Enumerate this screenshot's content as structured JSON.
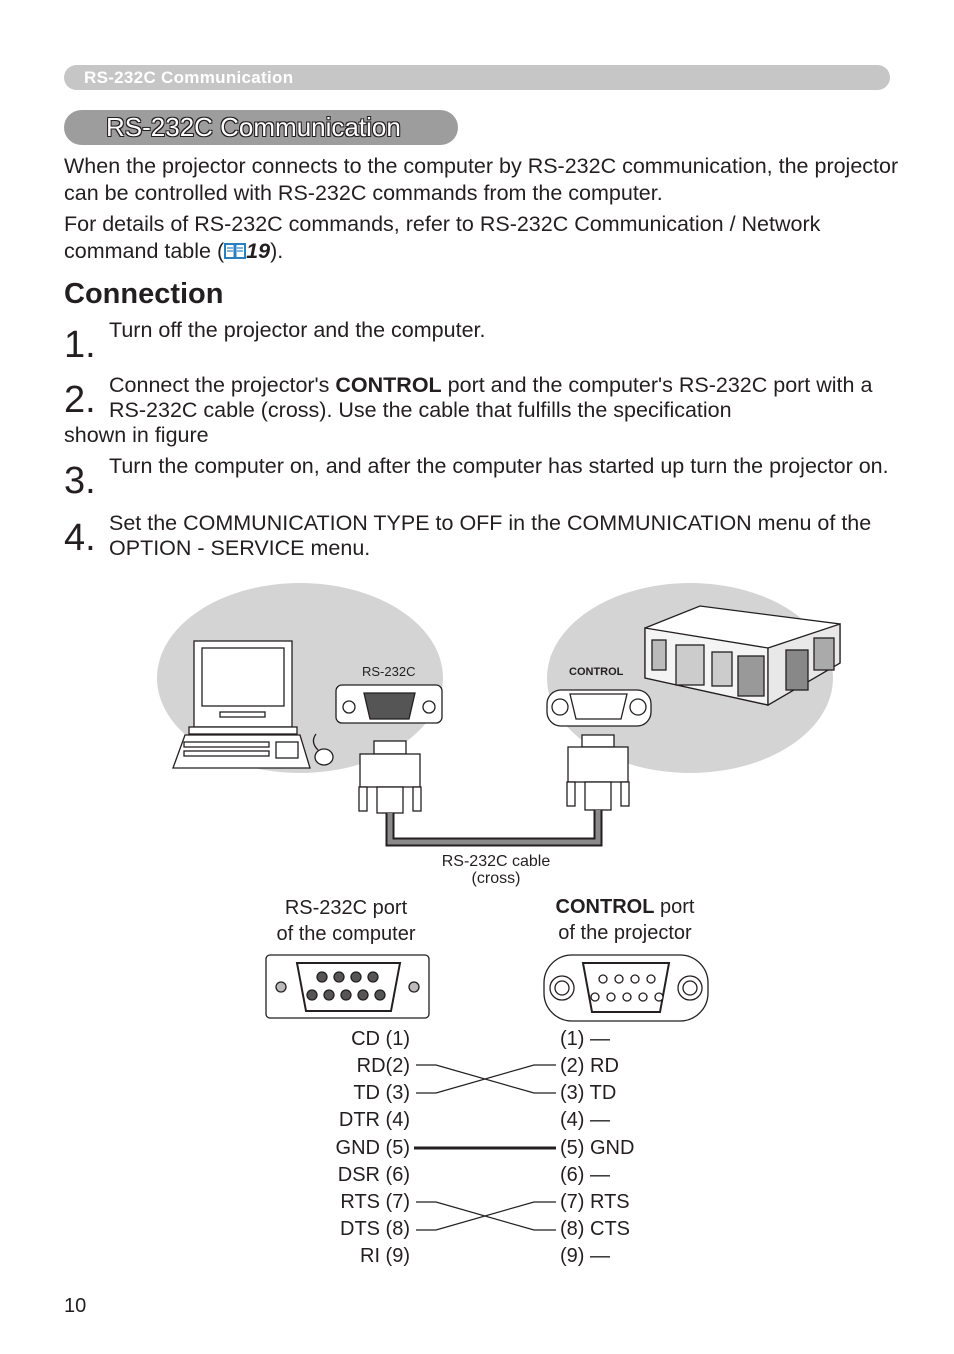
{
  "header": {
    "label": "RS-232C Communication"
  },
  "section": {
    "title": "RS-232C Communication"
  },
  "intro": {
    "p1": "When the projector connects to the computer by RS-232C communication, the projector can be controlled with RS-232C commands from the computer.",
    "p2_before": "For details of RS-232C commands, refer to RS-232C Communication / Network command table (",
    "p2_ref": "19",
    "p2_after": ")."
  },
  "connection": {
    "heading": "Connection",
    "steps": [
      {
        "num": "1.",
        "text": "Turn off the projector and the computer."
      },
      {
        "num": "2.",
        "text_a": "Connect the projector's ",
        "bold": "CONTROL",
        "text_b": " port and the computer's RS-232C port with a RS-232C cable (cross). Use the cable that fulfills the specification",
        "text_c": "shown in figure"
      },
      {
        "num": "3.",
        "text": "Turn the computer on, and after the computer has started up turn the projector on."
      },
      {
        "num": "4.",
        "text": "Set the COMMUNICATION TYPE to OFF in the COMMUNICATION menu of the OPTION - SERVICE menu."
      }
    ]
  },
  "diagram": {
    "rs232c_label": "RS-232C",
    "control_label": "CONTROL",
    "cable_line1": "RS-232C cable",
    "cable_line2": "(cross)",
    "computer_port_line1": "RS-232C port",
    "computer_port_line2": "of the computer",
    "projector_port_bold": "CONTROL",
    "projector_port_rest": " port",
    "projector_port_line2": "of the projector",
    "left_pins": [
      "CD (1)",
      "RD(2)",
      "TD (3)",
      "DTR (4)",
      "GND (5)",
      "DSR (6)",
      "RTS (7)",
      "DTS (8)",
      "RI (9)"
    ],
    "right_pins": [
      "(1) —",
      "(2) RD",
      "(3) TD",
      "(4) —",
      "(5) GND",
      "(6) —",
      "(7) RTS",
      "(8) CTS",
      "(9) —"
    ]
  },
  "footer": {
    "page_number": "10"
  }
}
